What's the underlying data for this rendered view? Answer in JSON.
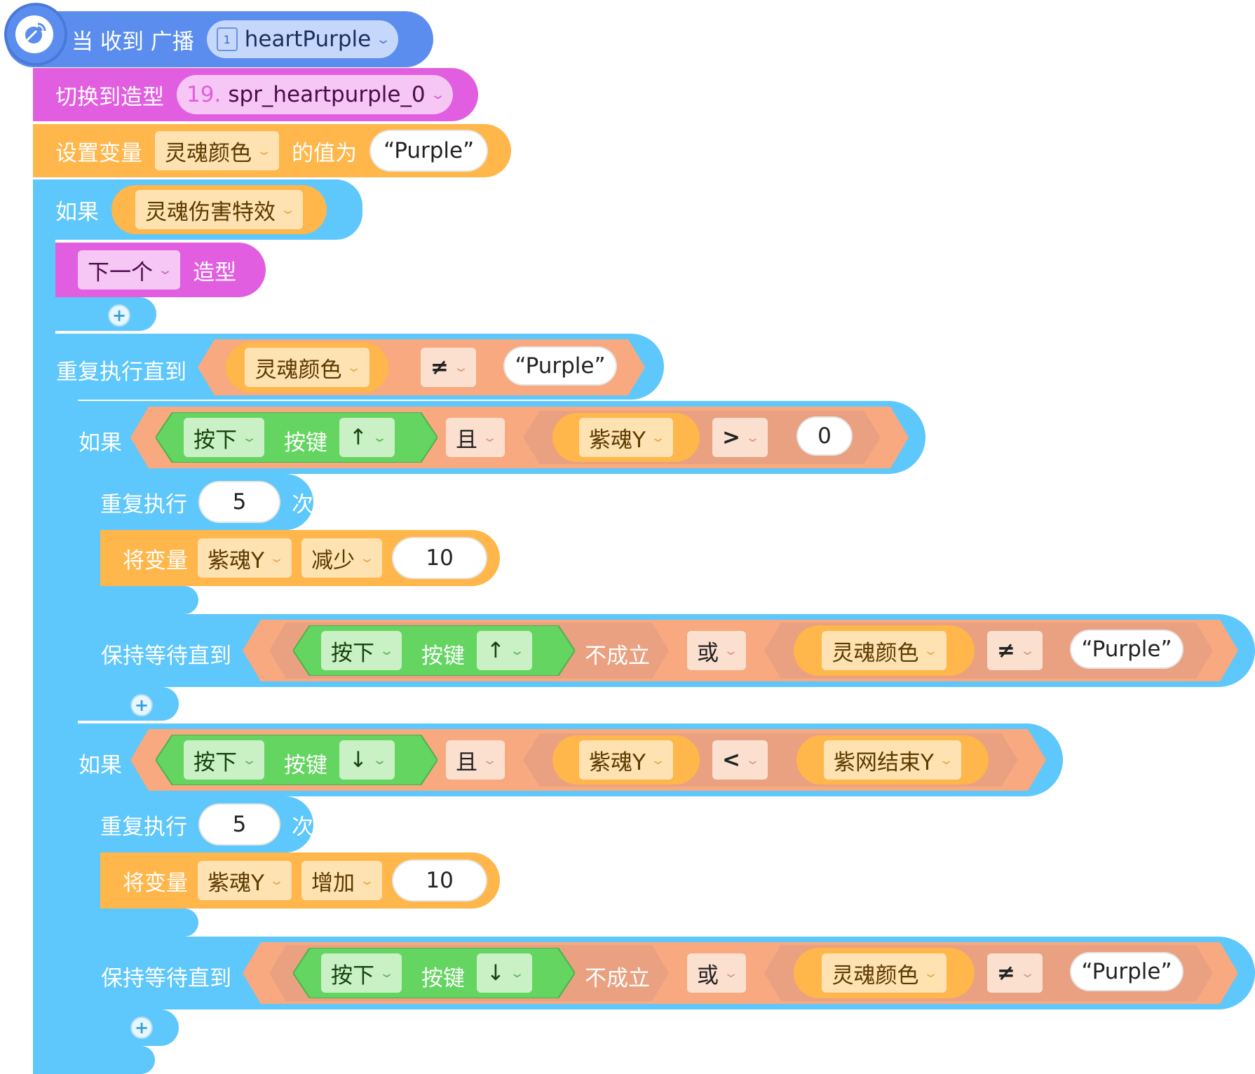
{
  "event": {
    "label": "当 收到 广播",
    "broadcast": "heartPurple",
    "broadcast_badge": "1",
    "icon": "broadcast-receive-icon"
  },
  "switch_costume": {
    "label": "切换到造型",
    "costume_index": "19.",
    "costume_name": "spr_heartpurple_0"
  },
  "set_var": {
    "label": "设置变量",
    "variable": "灵魂颜色",
    "mid_label": "的值为",
    "value": "“Purple”"
  },
  "if1": {
    "label": "如果",
    "condition": "灵魂伤害特效"
  },
  "next_costume": {
    "option": "下一个",
    "label": "造型"
  },
  "repeat_until": {
    "label": "重复执行直到",
    "variable": "灵魂颜色",
    "op": "≠",
    "value": "“Purple”"
  },
  "if_up": {
    "label": "如果",
    "press": "按下",
    "key_label": "按键",
    "key": "↑",
    "and": "且",
    "variable": "紫魂Y",
    "op": ">",
    "value": "0"
  },
  "repeat_up": {
    "label": "重复执行",
    "count": "5",
    "times": "次"
  },
  "change_up": {
    "label": "将变量",
    "variable": "紫魂Y",
    "action": "减少",
    "value": "10"
  },
  "wait_up": {
    "label": "保持等待直到",
    "press": "按下",
    "key_label": "按键",
    "key": "↑",
    "not": "不成立",
    "or": "或",
    "variable": "灵魂颜色",
    "op": "≠",
    "value": "“Purple”"
  },
  "if_down": {
    "label": "如果",
    "press": "按下",
    "key_label": "按键",
    "key": "↓",
    "and": "且",
    "variable": "紫魂Y",
    "op": "<",
    "value_var": "紫网结束Y"
  },
  "repeat_down": {
    "label": "重复执行",
    "count": "5",
    "times": "次"
  },
  "change_down": {
    "label": "将变量",
    "variable": "紫魂Y",
    "action": "增加",
    "value": "10"
  },
  "wait_down": {
    "label": "保持等待直到",
    "press": "按下",
    "key_label": "按键",
    "key": "↓",
    "not": "不成立",
    "or": "或",
    "variable": "灵魂颜色",
    "op": "≠",
    "value": "“Purple”"
  },
  "add_symbol": "+",
  "chevron": "⌄",
  "colors": {
    "event": "#5b8def",
    "looks": "#e25ee0",
    "variables": "#ffb64a",
    "control": "#5ec7fb",
    "operators": "#f8a980",
    "sensing": "#63d560"
  }
}
